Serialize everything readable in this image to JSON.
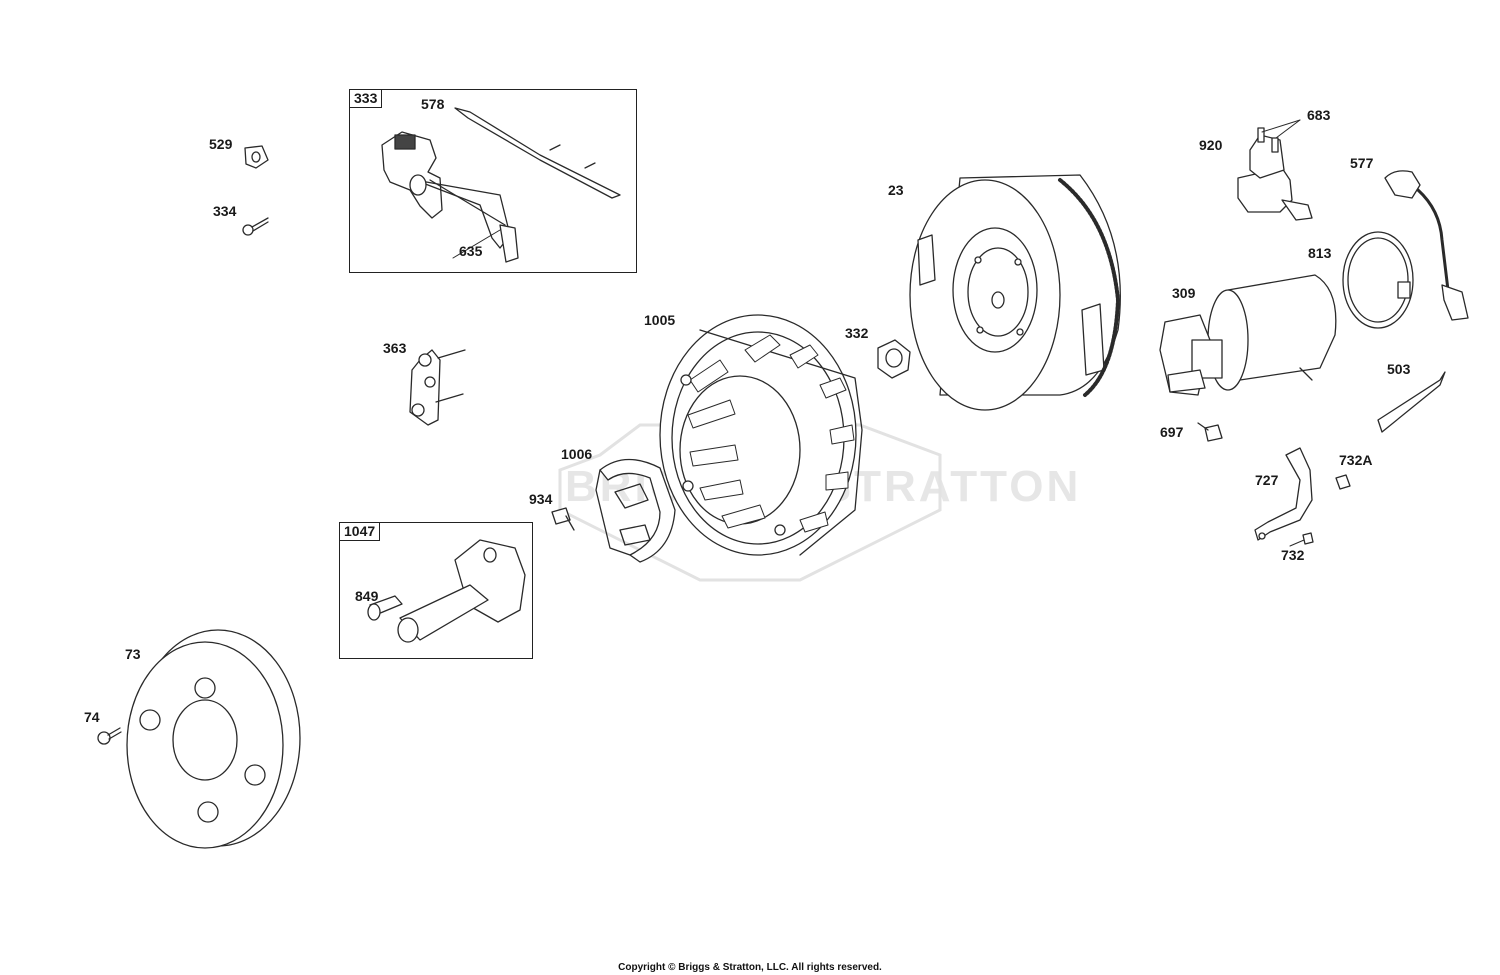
{
  "watermark": "BRIGGS & STRATTON",
  "copyright": "Copyright © Briggs & Stratton, LLC. All rights reserved.",
  "callouts": {
    "p23": "23",
    "p73": "73",
    "p74": "74",
    "p309": "309",
    "p332": "332",
    "p333": "333",
    "p334": "334",
    "p363": "363",
    "p503": "503",
    "p529": "529",
    "p577": "577",
    "p578": "578",
    "p635": "635",
    "p683": "683",
    "p697": "697",
    "p727": "727",
    "p732": "732",
    "p732A": "732A",
    "p813": "813",
    "p849": "849",
    "p920": "920",
    "p934": "934",
    "p1005": "1005",
    "p1006": "1006",
    "p1047": "1047"
  }
}
